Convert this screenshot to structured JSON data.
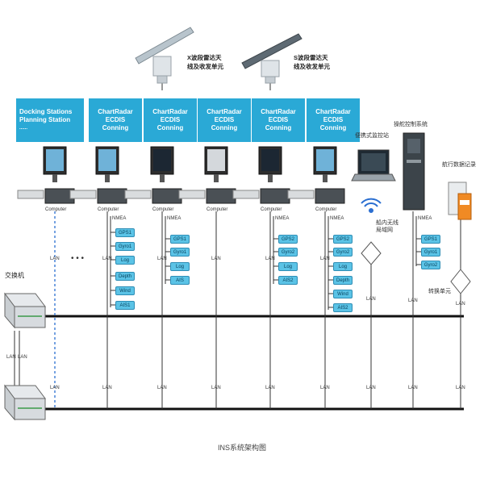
{
  "stations": [
    {
      "title_lines": [
        "Docking Stations",
        "Planning Station"
      ],
      "extra": "......",
      "cap": "Computer",
      "lan": "LAN"
    },
    {
      "title_lines": [
        "ChartRadar",
        "ECDIS",
        "Conning"
      ],
      "cap": "Computer",
      "nmea": "NMEA",
      "lan": "LAN",
      "sensors": [
        "GPS1",
        "Gyro1",
        "Log",
        "Depth",
        "Wind",
        "AIS1"
      ]
    },
    {
      "title_lines": [
        "ChartRadar",
        "ECDIS",
        "Conning"
      ],
      "cap": "Computer",
      "nmea": "NMEA",
      "lan": "LAN",
      "sensors": [
        "GPS1",
        "Gyro1",
        "Log",
        "AIS"
      ]
    },
    {
      "title_lines": [
        "ChartRadar",
        "ECDIS",
        "Conning"
      ],
      "cap": "Computer",
      "lan": "LAN"
    },
    {
      "title_lines": [
        "ChartRadar",
        "ECDIS",
        "Conning"
      ],
      "cap": "Computer",
      "nmea": "NMEA",
      "lan": "LAN",
      "sensors": [
        "GPS2",
        "Gyro2",
        "Log",
        "AIS2"
      ]
    },
    {
      "title_lines": [
        "ChartRadar",
        "ECDIS",
        "Conning"
      ],
      "cap": "Computer",
      "nmea": "NMEA",
      "lan": "LAN",
      "sensors": [
        "GPS2",
        "Gyro2",
        "Log",
        "Depth",
        "Wind",
        "AIS2"
      ]
    }
  ],
  "dots": "• • •",
  "antennas": {
    "x_band": [
      "X波段雷达天",
      "线及收发单元"
    ],
    "s_band": [
      "S波段雷达天",
      "线及收发单元"
    ]
  },
  "devices": {
    "portable": "便携式监控站",
    "wifi_label": [
      "船内无线",
      "局域网"
    ],
    "steering": "操舵控制系统",
    "steering_nmea": "NMEA",
    "steering_sensors": [
      "GPS1",
      "Gyro1",
      "Gyro2"
    ],
    "vdr": "航行数据记录",
    "converter": "转换单元"
  },
  "switch_label": "交换机",
  "lan_label": "LAN",
  "footer": "INS系统架构图",
  "colors": {
    "accent": "#2aa9d6",
    "bus": "#111111",
    "sensor": "#5bc3e6",
    "dash": "#2b6fd1"
  }
}
